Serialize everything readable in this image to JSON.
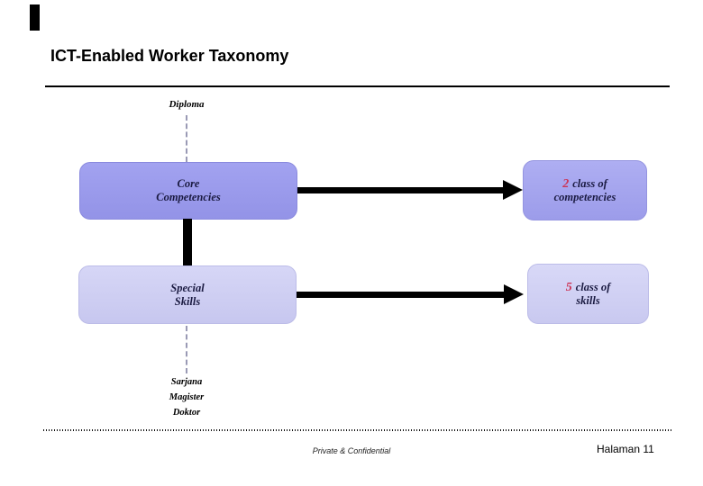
{
  "slide": {
    "title": "ICT-Enabled Worker Taxonomy",
    "footer": {
      "confidential_label": "Private & Confidential",
      "page_label": "Halaman 11"
    }
  },
  "diagram": {
    "top_label": "Diploma",
    "bottom_labels": [
      "Sarjana",
      "Magister",
      "Doktor"
    ],
    "core_box": {
      "line1": "Core",
      "line2": "Competencies"
    },
    "special_box": {
      "line1": "Special",
      "line2": "Skills"
    },
    "competencies_result": {
      "number": "2",
      "text1": "class of",
      "text2": "competencies"
    },
    "skills_result": {
      "number": "5",
      "text1": "class of",
      "text2": "skills"
    },
    "colors": {
      "primary_box_fill": "#9999ee",
      "secondary_box_fill": "#ccccf2",
      "box_text": "#1b1b42",
      "number_accent": "#cc3355",
      "connector": "#000000",
      "dashed_connector": "#9a9ab5"
    }
  }
}
